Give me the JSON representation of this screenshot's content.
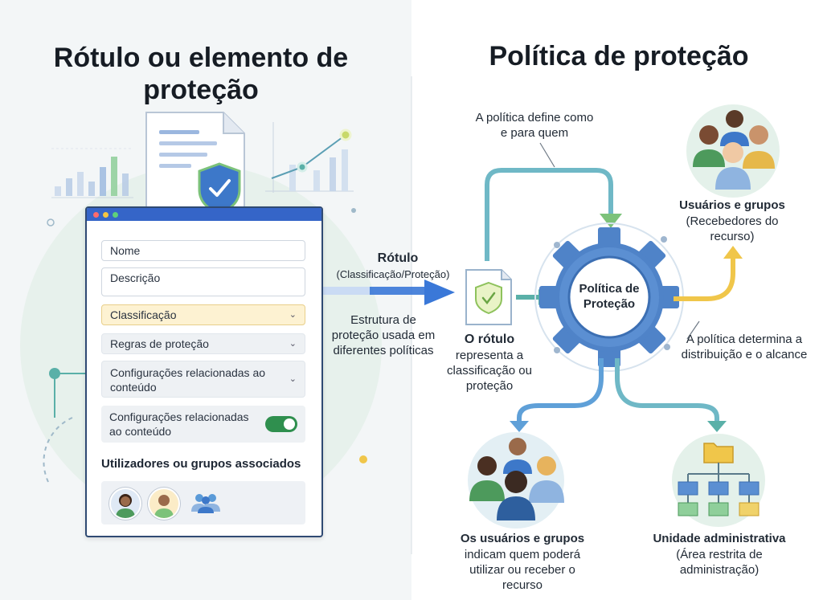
{
  "left": {
    "title": "Rótulo ou elemento de proteção",
    "form": {
      "nome": "Nome",
      "descricao": "Descrição",
      "classificacao": "Classificação",
      "regras": "Regras de proteção",
      "config1": "Configurações relacionadas ao conteúdo",
      "config2": "Configurações relacionadas ao conteúdo",
      "users_title": "Utilizadores ou grupos associados"
    }
  },
  "middle": {
    "rotulo": "Rótulo",
    "rotulo_sub": "(Classificação/Proteção)",
    "estrutura": "Estrutura de proteção usada em diferentes políticas",
    "o_rotulo": "O rótulo",
    "o_rotulo_desc": "representa a classificação ou proteção"
  },
  "right": {
    "title": "Política de proteção",
    "define": "A política define como e para quem",
    "gear_label": "Política de Proteção",
    "usuarios_title": "Usuários e grupos",
    "usuarios_sub": "(Recebedores do recurso)",
    "determina": "A política determina a distribuição e o alcance",
    "os_usuarios_title": "Os usuários e grupos",
    "os_usuarios_desc": "indicam quem poderá utilizar ou receber o recurso",
    "unidade_title": "Unidade administrativa",
    "unidade_sub": "(Área restrita de administração)"
  },
  "colors": {
    "blue_arrow": "#3a78d8",
    "teal": "#5ab0a8",
    "green": "#7cc27a",
    "yellow": "#f0c64a",
    "gear": "#4f83c8"
  },
  "icons": [
    "document-icon",
    "shield-check-icon",
    "gear-icon",
    "people-icon",
    "folder-icon",
    "org-chart-icon",
    "bar-chart-icon",
    "line-chart-icon"
  ]
}
